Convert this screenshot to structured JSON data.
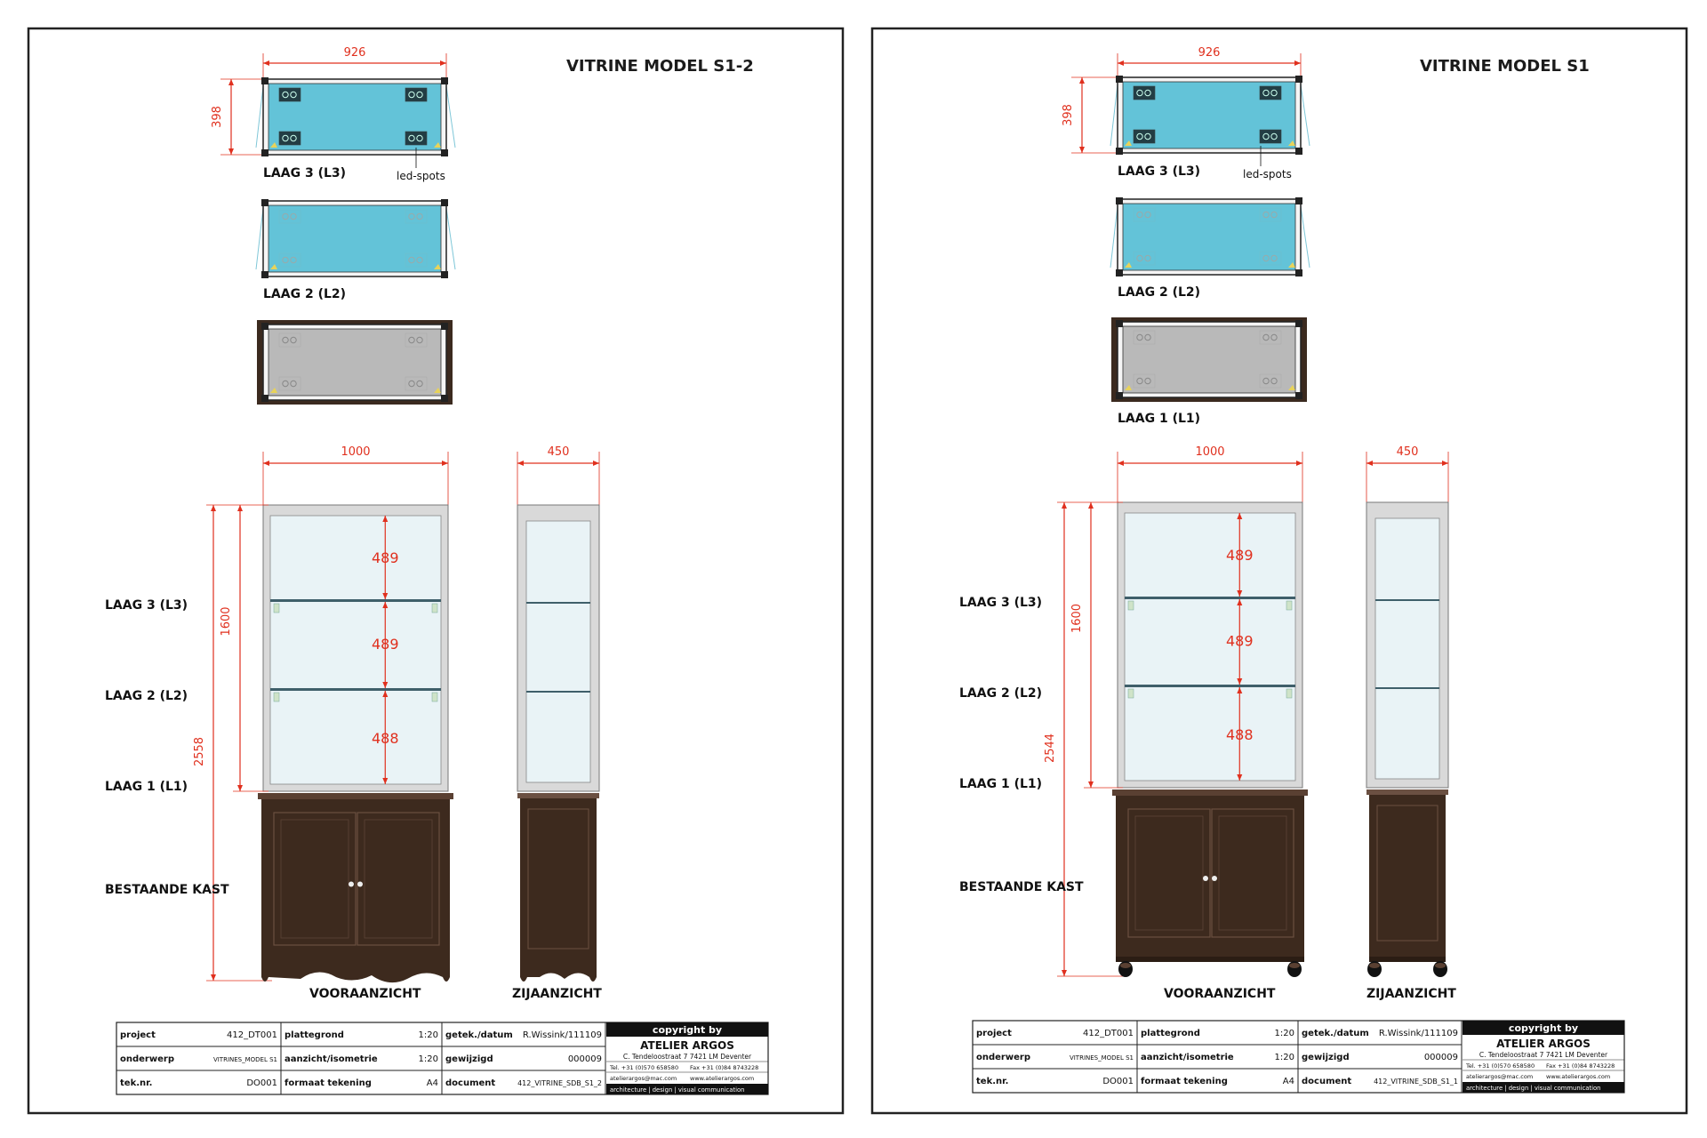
{
  "sheets": [
    {
      "title": "VITRINE MODEL S1-2",
      "top_view": {
        "width_dim": "926",
        "depth_dim": "398",
        "layer3_label": "LAAG 3 (L3)",
        "spots_label": "led-spots",
        "layer2_label": "LAAG 2 (L2)",
        "layer1_label": ""
      },
      "front_view": {
        "width_dim": "1000",
        "glass_height_dim": "1600",
        "total_height_dim": "2558",
        "shelf_dims": [
          "489",
          "489",
          "488"
        ],
        "caption": "VOORAANZICHT",
        "feet": "scalloped"
      },
      "side_view": {
        "width_dim": "450",
        "caption": "ZIJAANZICHT"
      },
      "layer_labels": [
        "LAAG 3 (L3)",
        "LAAG 2 (L2)",
        "LAAG 1 (L1)",
        "BESTAANDE KAST"
      ],
      "titleblock": {
        "project_label": "project",
        "project_value": "412_DT001",
        "plattegrond_label": "plattegrond",
        "plattegrond_value": "1:20",
        "getek_label": "getek./datum",
        "getek_value": "R.Wissink/111109",
        "onderwerp_label": "onderwerp",
        "onderwerp_value": "VITRINES_MODEL S1",
        "aanzicht_label": "aanzicht/isometrie",
        "aanzicht_value": "1:20",
        "gewijzigd_label": "gewijzigd",
        "gewijzigd_value": "000009",
        "teknr_label": "tek.nr.",
        "teknr_value": "DO001",
        "formaat_label": "formaat tekening",
        "formaat_value": "A4",
        "document_label": "document",
        "document_value": "412_VITRINE_SDB_S1_2",
        "copyright": "copyright by",
        "studio": "ATELIER ARGOS",
        "address": "C. Tendeloostraat 7  7421 LM  Deventer",
        "tel": "Tel. +31 (0)570 658580",
        "fax": "Fax +31 (0)84 8743228",
        "email": "atelierargos@mac.com",
        "web": "www.atelierargos.com",
        "services": "architecture | design | visual communication"
      }
    },
    {
      "title": "VITRINE MODEL S1",
      "top_view": {
        "width_dim": "926",
        "depth_dim": "398",
        "layer3_label": "LAAG 3 (L3)",
        "spots_label": "led-spots",
        "layer2_label": "LAAG 2 (L2)",
        "layer1_label": "LAAG 1 (L1)"
      },
      "front_view": {
        "width_dim": "1000",
        "glass_height_dim": "1600",
        "total_height_dim": "2544",
        "shelf_dims": [
          "489",
          "489",
          "488"
        ],
        "caption": "VOORAANZICHT",
        "feet": "bun"
      },
      "side_view": {
        "width_dim": "450",
        "caption": "ZIJAANZICHT"
      },
      "layer_labels": [
        "LAAG 3 (L3)",
        "LAAG 2 (L2)",
        "LAAG 1 (L1)",
        "BESTAANDE KAST"
      ],
      "titleblock": {
        "project_label": "project",
        "project_value": "412_DT001",
        "plattegrond_label": "plattegrond",
        "plattegrond_value": "1:20",
        "getek_label": "getek./datum",
        "getek_value": "R.Wissink/111109",
        "onderwerp_label": "onderwerp",
        "onderwerp_value": "VITRINES_MODEL S1",
        "aanzicht_label": "aanzicht/isometrie",
        "aanzicht_value": "1:20",
        "gewijzigd_label": "gewijzigd",
        "gewijzigd_value": "000009",
        "teknr_label": "tek.nr.",
        "teknr_value": "DO001",
        "formaat_label": "formaat tekening",
        "formaat_value": "A4",
        "document_label": "document",
        "document_value": "412_VITRINE_SDB_S1_1",
        "copyright": "copyright by",
        "studio": "ATELIER ARGOS",
        "address": "C. Tendeloostraat 7  7421 LM  Deventer",
        "tel": "Tel. +31 (0)570 658580",
        "fax": "Fax +31 (0)84 8743228",
        "email": "atelierargos@mac.com",
        "web": "www.atelierargos.com",
        "services": "architecture | design | visual communication"
      }
    }
  ],
  "colors": {
    "dimension": "#e0301e",
    "glass_top": "#63c3d8",
    "glass_bottom": "#b9b9b9",
    "cabinet": "#3d2a1e",
    "cabinet_panel": "#4a3427",
    "frame": "#222222",
    "glass_front": "#e9f3f6",
    "shelf": "#3f5f6a"
  }
}
